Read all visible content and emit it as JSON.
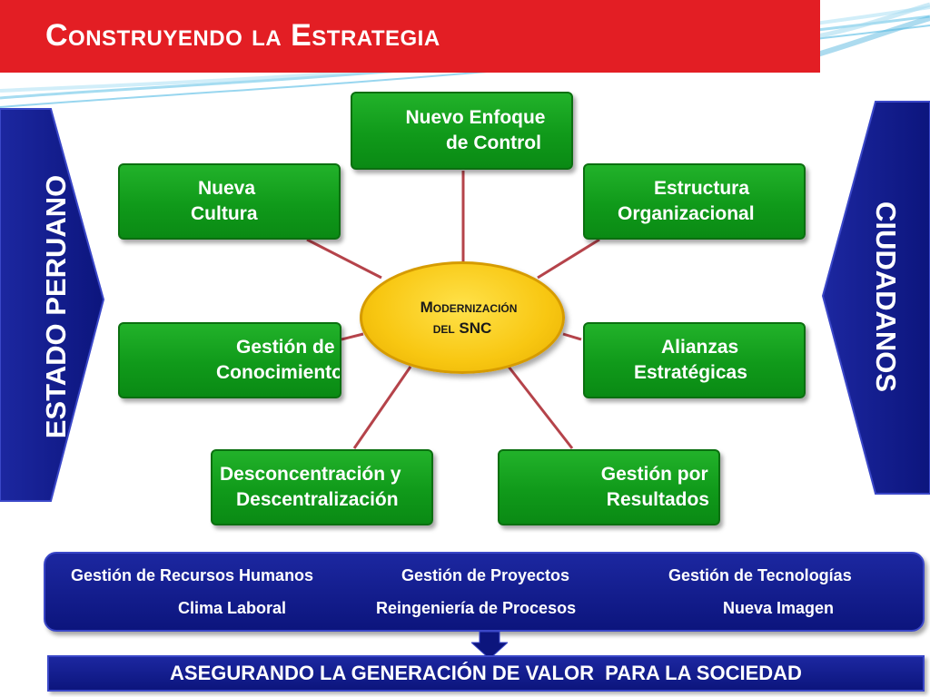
{
  "title": "Construyendo la Estrategia",
  "left_label": "ESTADO PERUANO",
  "right_label": "CIUDADANOS",
  "center": {
    "line1": "Modernización",
    "line2": "del SNC"
  },
  "nodes": [
    {
      "line1": "Nuevo Enfoque",
      "line2": "de Control"
    },
    {
      "line1": "Nueva",
      "line2": "Cultura"
    },
    {
      "line1": "Estructura",
      "line2": "Organizacional"
    },
    {
      "line1": "Gestión de",
      "line2": "Conocimiento"
    },
    {
      "line1": "Alianzas",
      "line2": "Estratégicas"
    },
    {
      "line1": "Desconcentración y",
      "line2": "Descentralización"
    },
    {
      "line1": "Gestión por",
      "line2": "Resultados"
    }
  ],
  "bottom_panel": {
    "items": [
      "Gestión de Recursos Humanos",
      "Gestión de Proyectos",
      "Gestión de Tecnologías",
      "Clima Laboral",
      "Reingeniería de Procesos",
      "Nueva Imagen"
    ]
  },
  "footer": "ASEGURANDO LA GENERACIÓN DE VALOR  PARA LA SOCIEDAD",
  "colors": {
    "title_bar": "#e31e24",
    "node_green": "#109a1a",
    "center_yellow": "#f8c712",
    "navy": "#0c157d",
    "connector": "#b5434a"
  }
}
